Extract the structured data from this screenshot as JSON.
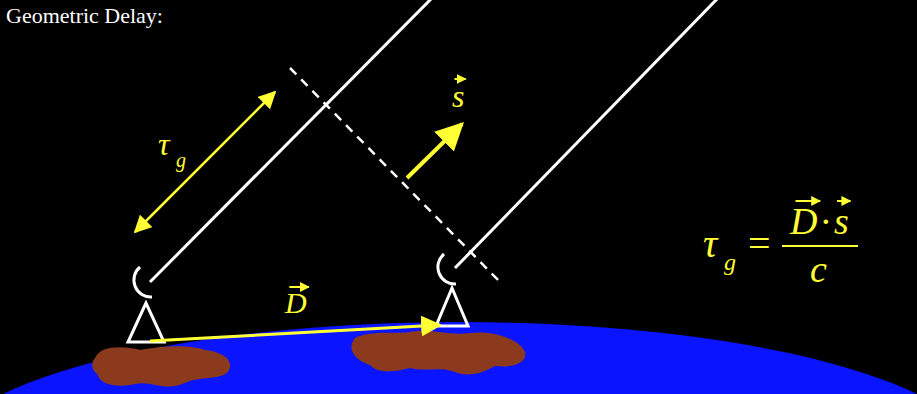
{
  "diagram": {
    "title": "Geometric Delay:",
    "labels": [
      "τ",
      "g",
      "s",
      "D",
      "τ",
      "g",
      "=",
      "D",
      "·",
      "s",
      "c"
    ]
  }
}
